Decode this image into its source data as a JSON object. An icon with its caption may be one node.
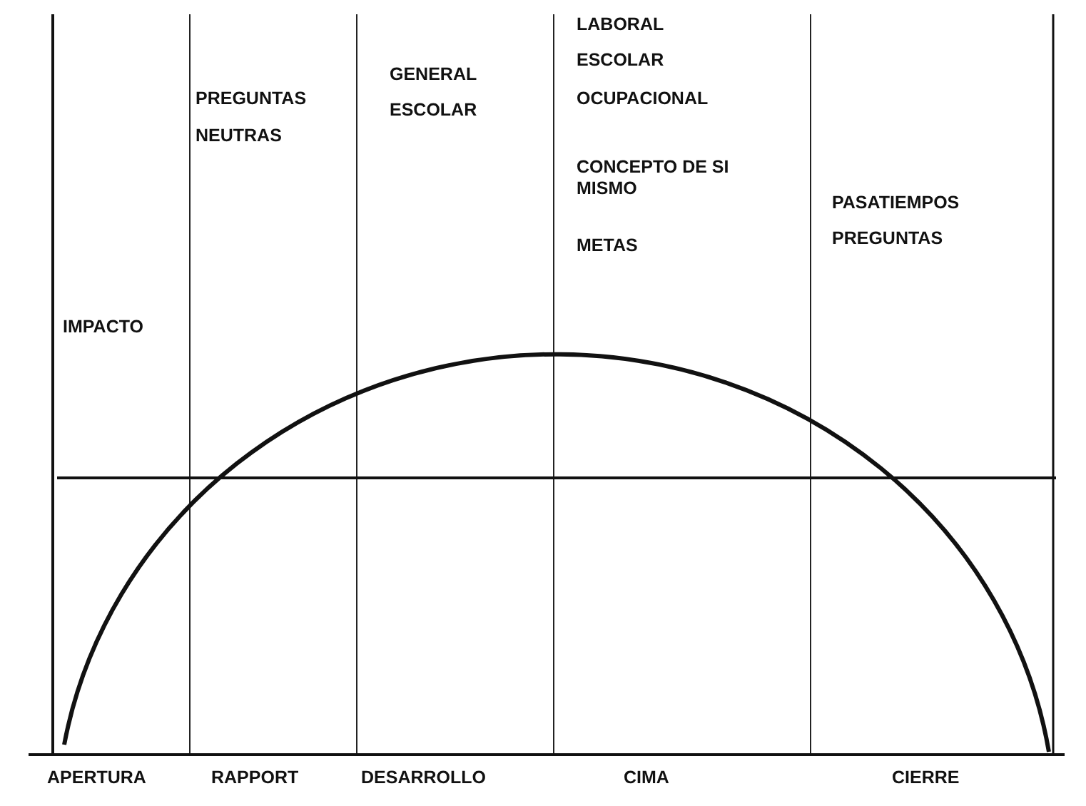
{
  "diagram": {
    "labels": [
      "IMPACTO",
      "PREGUNTAS",
      "NEUTRAS",
      "GENERAL",
      "ESCOLAR",
      "LABORAL",
      "ESCOLAR",
      "OCUPACIONAL",
      "CONCEPTO DE SI MISMO",
      "METAS",
      "PASATIEMPOS",
      "PREGUNTAS",
      "APERTURA",
      "RAPPORT",
      "DESARROLLO",
      "CIMA",
      "CIERRE"
    ]
  }
}
